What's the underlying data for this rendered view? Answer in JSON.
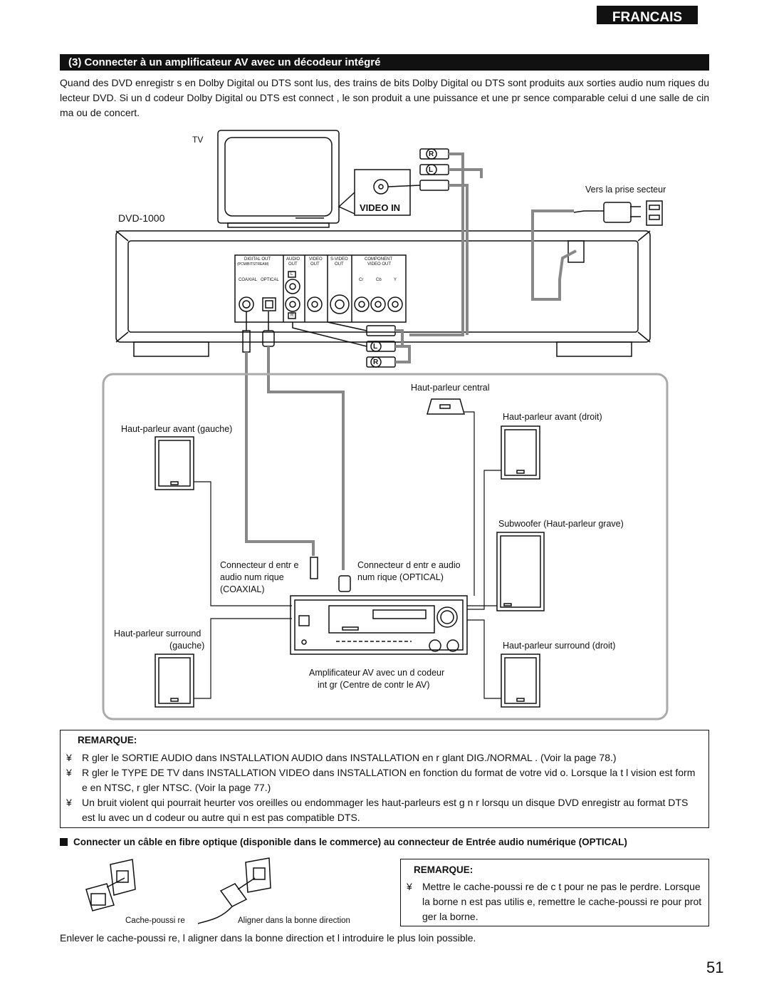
{
  "header": {
    "language_tab": "FRANCAIS",
    "section_title": "(3) Connecter à un amplificateur AV avec un décodeur intégré"
  },
  "intro": "Quand des DVD enregistr s en Dolby Digital ou DTS sont lus, des trains de bits Dolby Digital ou DTS sont produits aux sorties audio num riques du lecteur DVD. Si un d codeur Dolby Digital ou DTS est connect , le son produit a une puissance et une pr sence comparable celui d une salle de cin ma ou de concert.",
  "diagram": {
    "tv_label": "TV",
    "video_in_label": "VIDEO IN",
    "player_label": "DVD-1000",
    "mains_label": "Vers la prise secteur",
    "panel": {
      "digital_out": "DIGITAL OUT",
      "pcm_bitstream": "(PCM/BITSTREAM)",
      "audio_out_1": "AUDIO",
      "audio_out_2": "OUT",
      "video_out_1": "VIDEO",
      "video_out_2": "OUT",
      "svideo_out_1": "S-VIDEO",
      "svideo_out_2": "OUT",
      "component_1": "COMPONENT",
      "component_2": "VIDEO OUT",
      "coaxial": "COAXIAL",
      "optical": "OPTICAL",
      "l": "L",
      "r": "R",
      "cr": "Cr",
      "cb": "Cb",
      "y": "Y"
    },
    "plug_r": "R",
    "plug_l": "L",
    "speaker_center": "Haut-parleur central",
    "speaker_front_left": "Haut-parleur avant (gauche)",
    "speaker_front_right": "Haut-parleur avant (droit)",
    "subwoofer": "Subwoofer (Haut-parleur grave)",
    "coax_input_1": "Connecteur d entr e",
    "coax_input_2": "audio num rique",
    "coax_input_3": "(COAXIAL)",
    "optical_input_1": "Connecteur d entr e audio",
    "optical_input_2": "num rique (OPTICAL)",
    "surround_left_1": "Haut-parleur surround",
    "surround_left_2": "(gauche)",
    "surround_right": "Haut-parleur surround (droit)",
    "amplifier_1": "Amplificateur AV avec un d codeur",
    "amplifier_2": "int gr (Centre de contr le AV)"
  },
  "remarque": {
    "title": "REMARQUE:",
    "bullet": "¥",
    "items": [
      "R gler le SORTIE AUDIO dans INSTALLATION AUDIO dans INSTALLATION en r glant DIG./NORMAL . (Voir la page 78.)",
      "R gler le TYPE DE TV dans INSTALLATION VIDEO dans INSTALLATION en fonction du format de votre vid o. Lorsque la t l vision est form e en NTSC, r gler NTSC. (Voir la page 77.)",
      "Un bruit violent qui pourrait heurter vos oreilles ou endommager les haut-parleurs est g n r lorsqu un disque DVD enregistr au format DTS est lu avec un d codeur ou autre qui n est pas compatible DTS."
    ]
  },
  "optical_heading": "Connecter un câble en fibre optique (disponible dans le commerce) au connecteur de Entrée audio numérique (OPTICAL)",
  "optical_figure": {
    "cap_label": "Cache-poussi re",
    "align_label": "Aligner dans la bonne direction"
  },
  "remarque2": {
    "title": "REMARQUE:",
    "bullet": "¥",
    "text": "Mettre le cache-poussi re de c t pour ne pas le perdre. Lorsque la borne n est pas utilis e, remettre le cache-poussi re pour prot ger la borne."
  },
  "footer_text": "Enlever le cache-poussi re, l aligner dans la bonne direction et l introduire le plus loin possible.",
  "page_number": "51"
}
